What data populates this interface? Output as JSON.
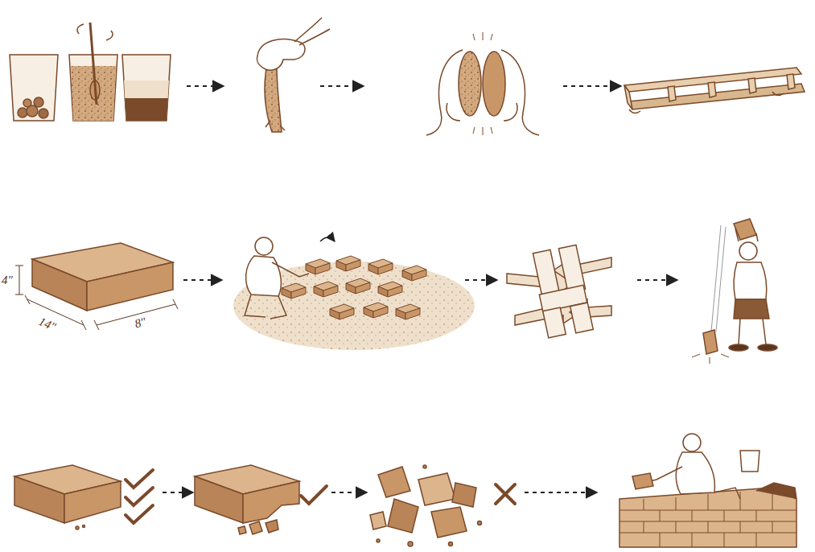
{
  "diagram": {
    "labels": [
      "4\"",
      "14\"",
      "8\""
    ]
  }
}
